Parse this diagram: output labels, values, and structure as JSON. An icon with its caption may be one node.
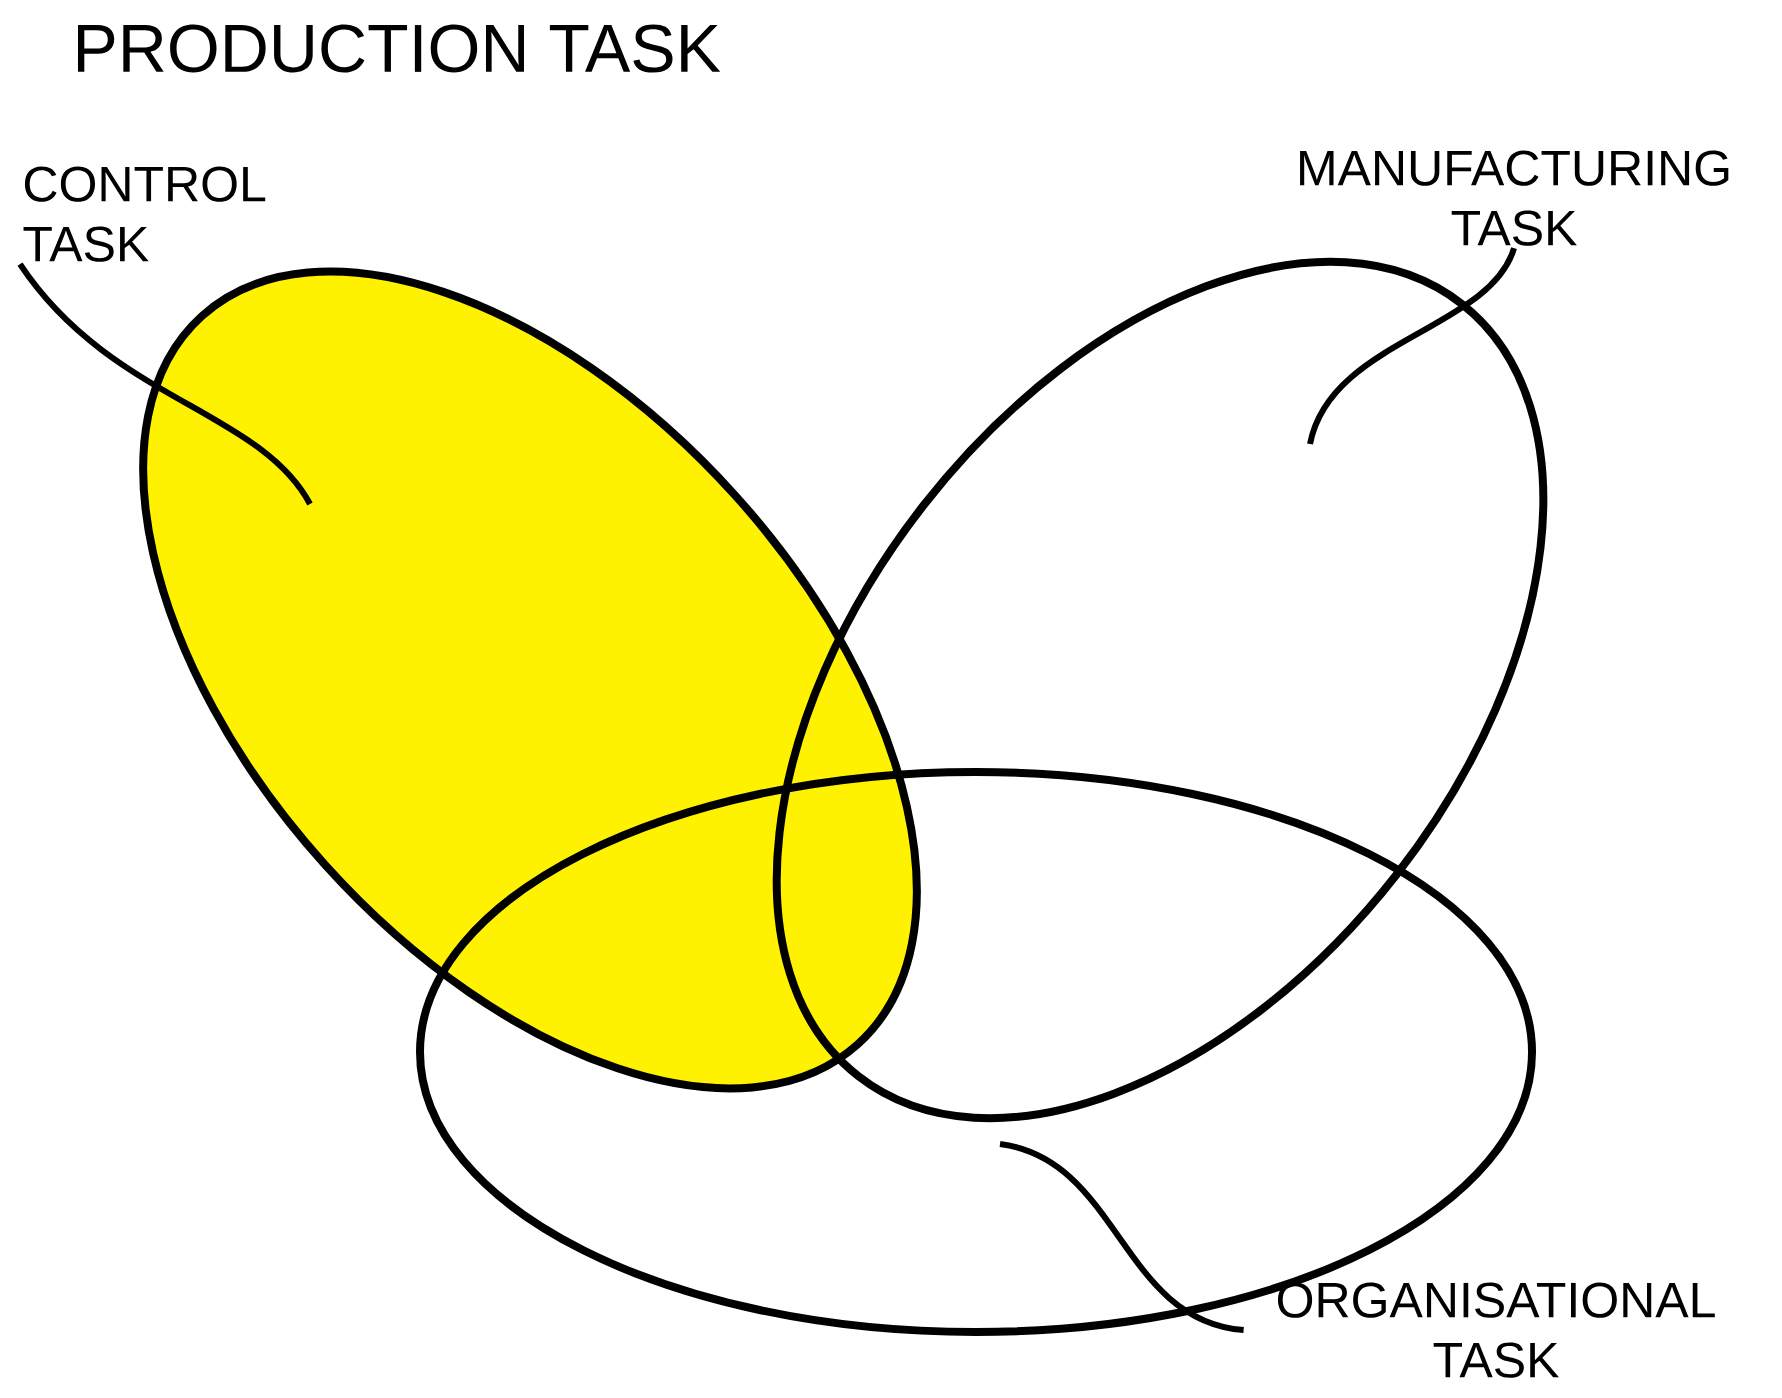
{
  "diagram": {
    "title": "PRODUCTION TASK",
    "nodes": [
      {
        "text": [
          "CONTROL TASK"
        ]
      },
      {
        "text": [],
        "shape": "ellipse"
      },
      {
        "text": [
          "MANUFACTURING TASK"
        ]
      },
      {
        "text": [],
        "shape": "ellipse"
      },
      {
        "text": [],
        "shape": "ellipse"
      },
      {
        "text": [
          "ORGANISATIONAL TASK"
        ]
      }
    ],
    "edges": [
      {
        "from": 0,
        "to": 1,
        "arrow": "none"
      },
      {
        "from": 2,
        "to": 3,
        "arrow": "none"
      },
      {
        "from": 5,
        "to": 4,
        "arrow": "none"
      }
    ]
  }
}
